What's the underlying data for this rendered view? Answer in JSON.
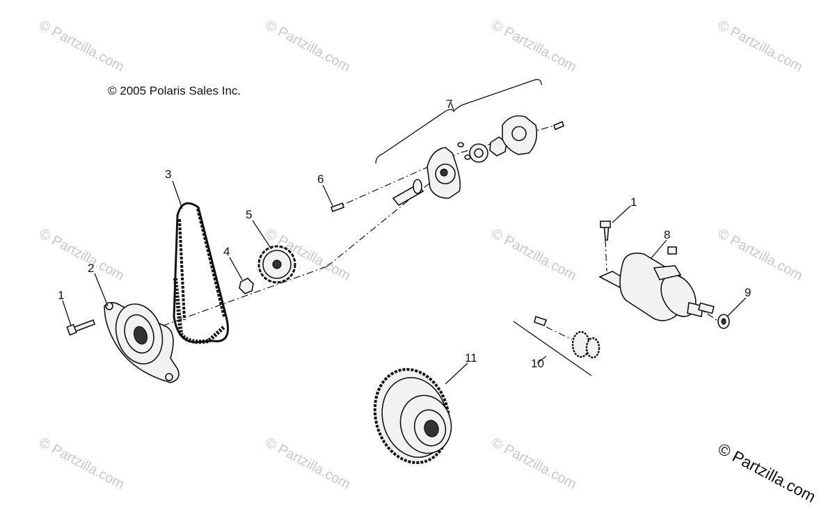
{
  "copyright": "© 2005 Polaris Sales Inc.",
  "watermark": "© Partzilla.com",
  "watermark_corner": "© Partzilla.com",
  "callouts": [
    "1",
    "2",
    "3",
    "4",
    "5",
    "6",
    "7",
    "1",
    "8",
    "9",
    "10",
    "11"
  ]
}
